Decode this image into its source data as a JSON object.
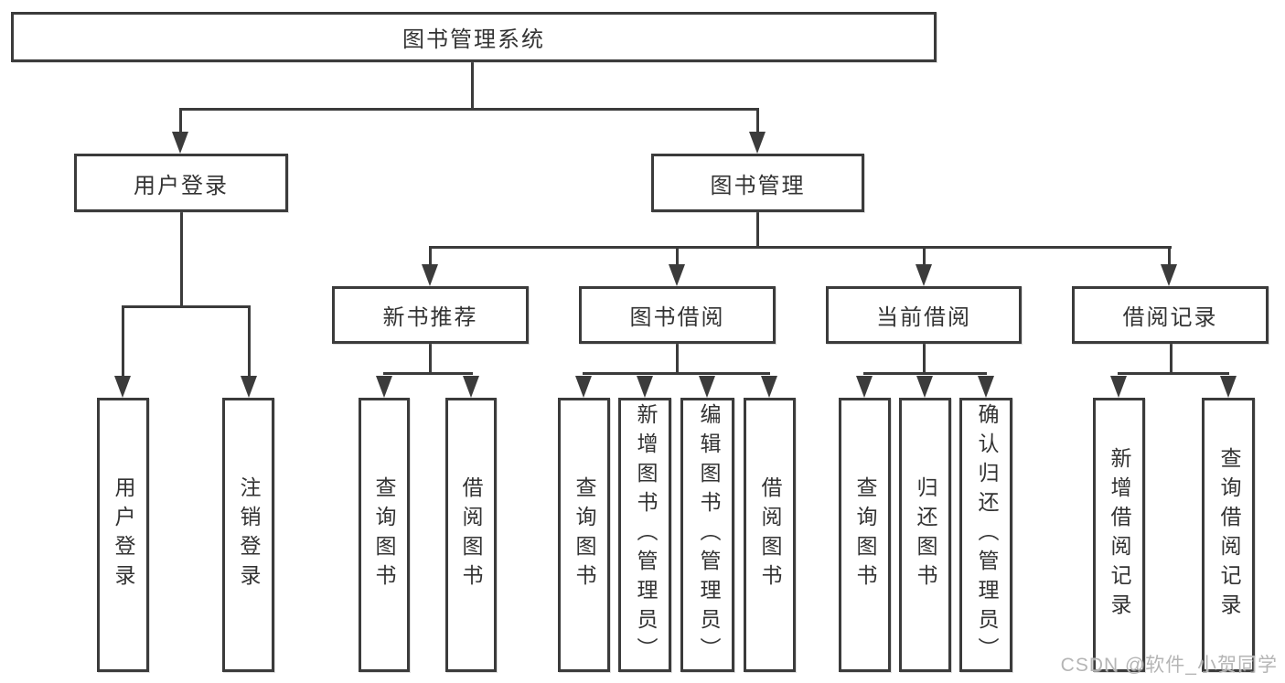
{
  "tree": {
    "root": {
      "label": "图书管理系统"
    },
    "branches": [
      {
        "label": "用户登录",
        "leaves": [
          "用户登录",
          "注销登录"
        ]
      },
      {
        "label": "图书管理",
        "groups": [
          {
            "label": "新书推荐",
            "leaves": [
              "查询图书",
              "借阅图书"
            ]
          },
          {
            "label": "图书借阅",
            "leaves": [
              "查询图书",
              "新增图书（管理员）",
              "编辑图书（管理员）",
              "借阅图书"
            ]
          },
          {
            "label": "当前借阅",
            "leaves": [
              "查询图书",
              "归还图书",
              "确认归还（管理员）"
            ]
          },
          {
            "label": "借阅记录",
            "leaves": [
              "新增借阅记录",
              "查询借阅记录"
            ]
          }
        ]
      }
    ]
  },
  "watermark": {
    "text": "CSDN @软件_小贺同学"
  },
  "colors": {
    "line": "#3b3b3b",
    "text": "#333333",
    "background": "#ffffff",
    "watermark": "#b5b5b5"
  }
}
